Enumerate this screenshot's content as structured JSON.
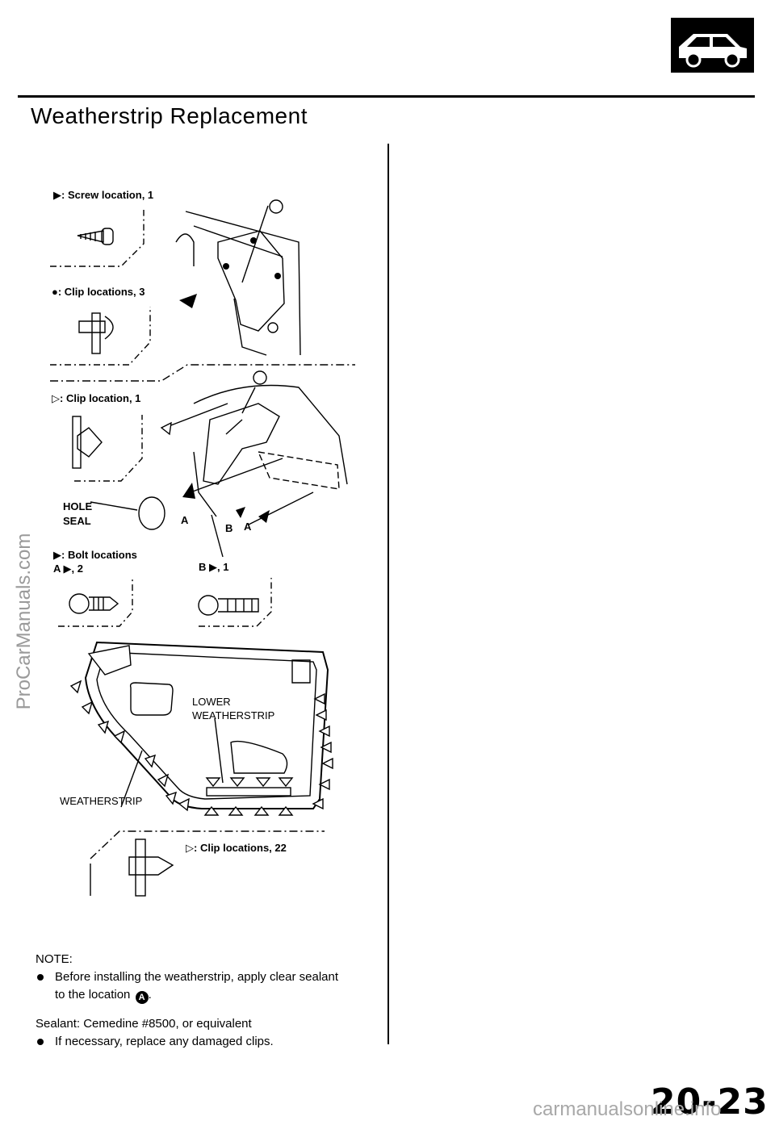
{
  "header": {
    "title": "Weatherstrip Replacement"
  },
  "icons": {
    "car": "car-side-icon"
  },
  "labels": {
    "screw": "▶: Screw location, 1",
    "clip3": "●: Clip locations, 3",
    "clip1": "▷: Clip location, 1",
    "hole_seal_1": "HOLE",
    "hole_seal_2": "SEAL",
    "bolt_1": "▶: Bolt locations",
    "bolt_2": "A ▶, 2",
    "bolt_b": "B ▶, 1",
    "a_marker": "A",
    "b_marker": "B",
    "a_marker2": "A",
    "callout_a": "A",
    "lower_ws_1": "LOWER",
    "lower_ws_2": "WEATHERSTRIP",
    "weatherstrip": "WEATHERSTRIP",
    "clip22": "▷: Clip locations, 22"
  },
  "notes": {
    "heading": "NOTE:",
    "item1_line1": "Before installing the weatherstrip, apply clear sealant",
    "item1_line2": "to the location",
    "sealant": "Sealant: Cemedine #8500, or equivalent",
    "item2": "If necessary, replace any damaged clips."
  },
  "page_number": "20-23",
  "watermark": "ProCarManuals.com",
  "footer_watermark": "carmanualsonline.info"
}
